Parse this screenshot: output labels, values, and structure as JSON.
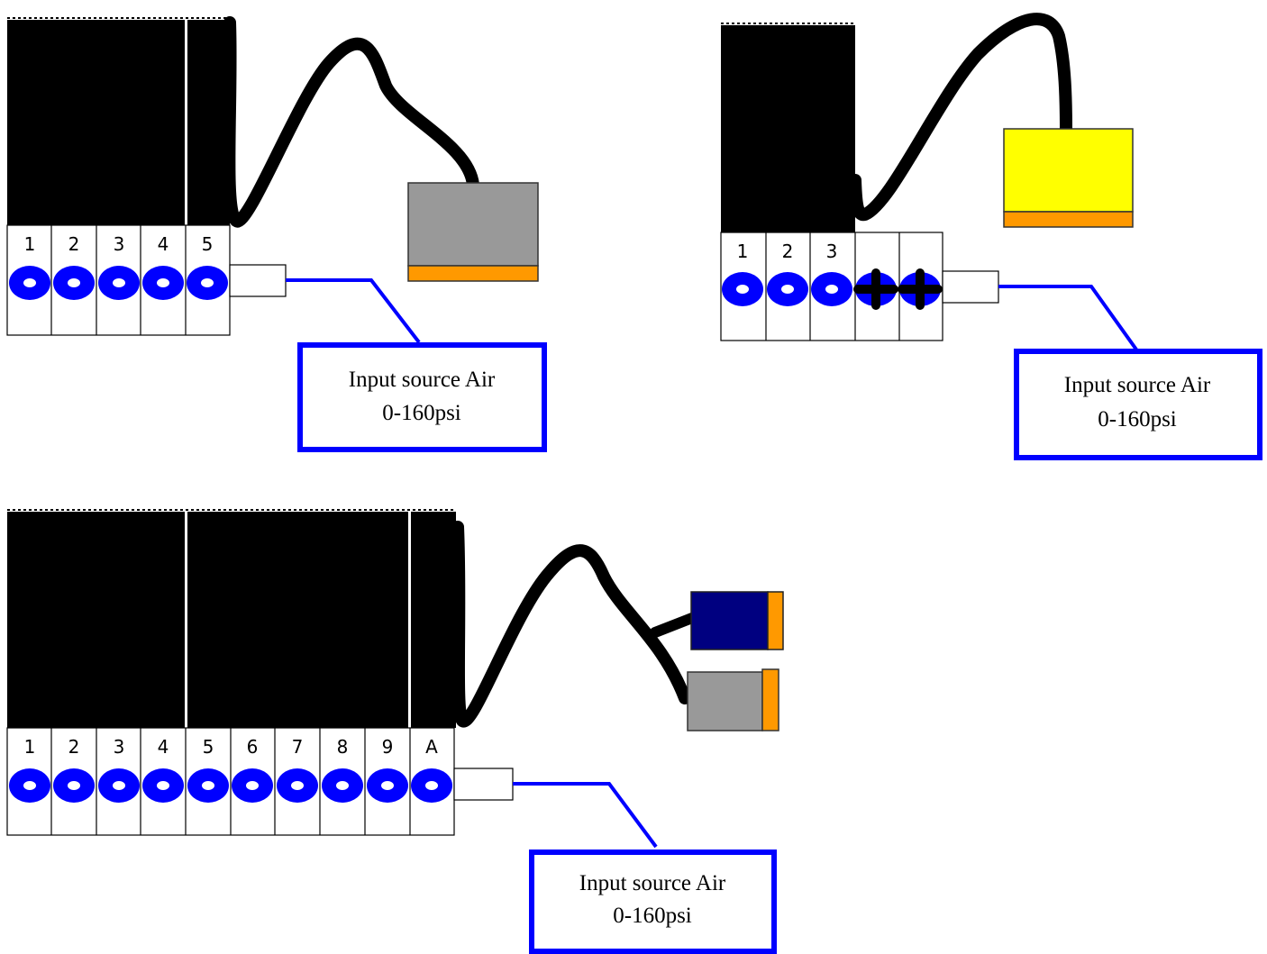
{
  "diagrams": [
    {
      "id": "manifold-5",
      "port_labels": [
        "1",
        "2",
        "3",
        "4",
        "5"
      ],
      "plugged_ports": [],
      "sensors": [
        {
          "body_color": "#999999",
          "strip_color": "#ff9900"
        }
      ],
      "callout": {
        "line1": "Input source Air",
        "line2": "0-160psi"
      }
    },
    {
      "id": "manifold-3-plus-2-plugged",
      "port_labels": [
        "1",
        "2",
        "3",
        "",
        ""
      ],
      "plugged_ports": [
        4,
        5
      ],
      "sensors": [
        {
          "body_color": "#ffff00",
          "strip_color": "#ff9900"
        }
      ],
      "callout": {
        "line1": "Input source Air",
        "line2": "0-160psi"
      }
    },
    {
      "id": "manifold-10",
      "port_labels": [
        "1",
        "2",
        "3",
        "4",
        "5",
        "6",
        "7",
        "8",
        "9",
        "A"
      ],
      "plugged_ports": [],
      "sensors": [
        {
          "body_color": "#000080",
          "strip_color": "#ff9900"
        },
        {
          "body_color": "#999999",
          "strip_color": "#ff9900"
        }
      ],
      "callout": {
        "line1": "Input source Air",
        "line2": "0-160psi"
      }
    }
  ],
  "colors": {
    "port_ring": "#0000ff",
    "air_line": "#0000ff",
    "callout_border": "#0000ff",
    "body": "#000000",
    "cable": "#000000"
  }
}
